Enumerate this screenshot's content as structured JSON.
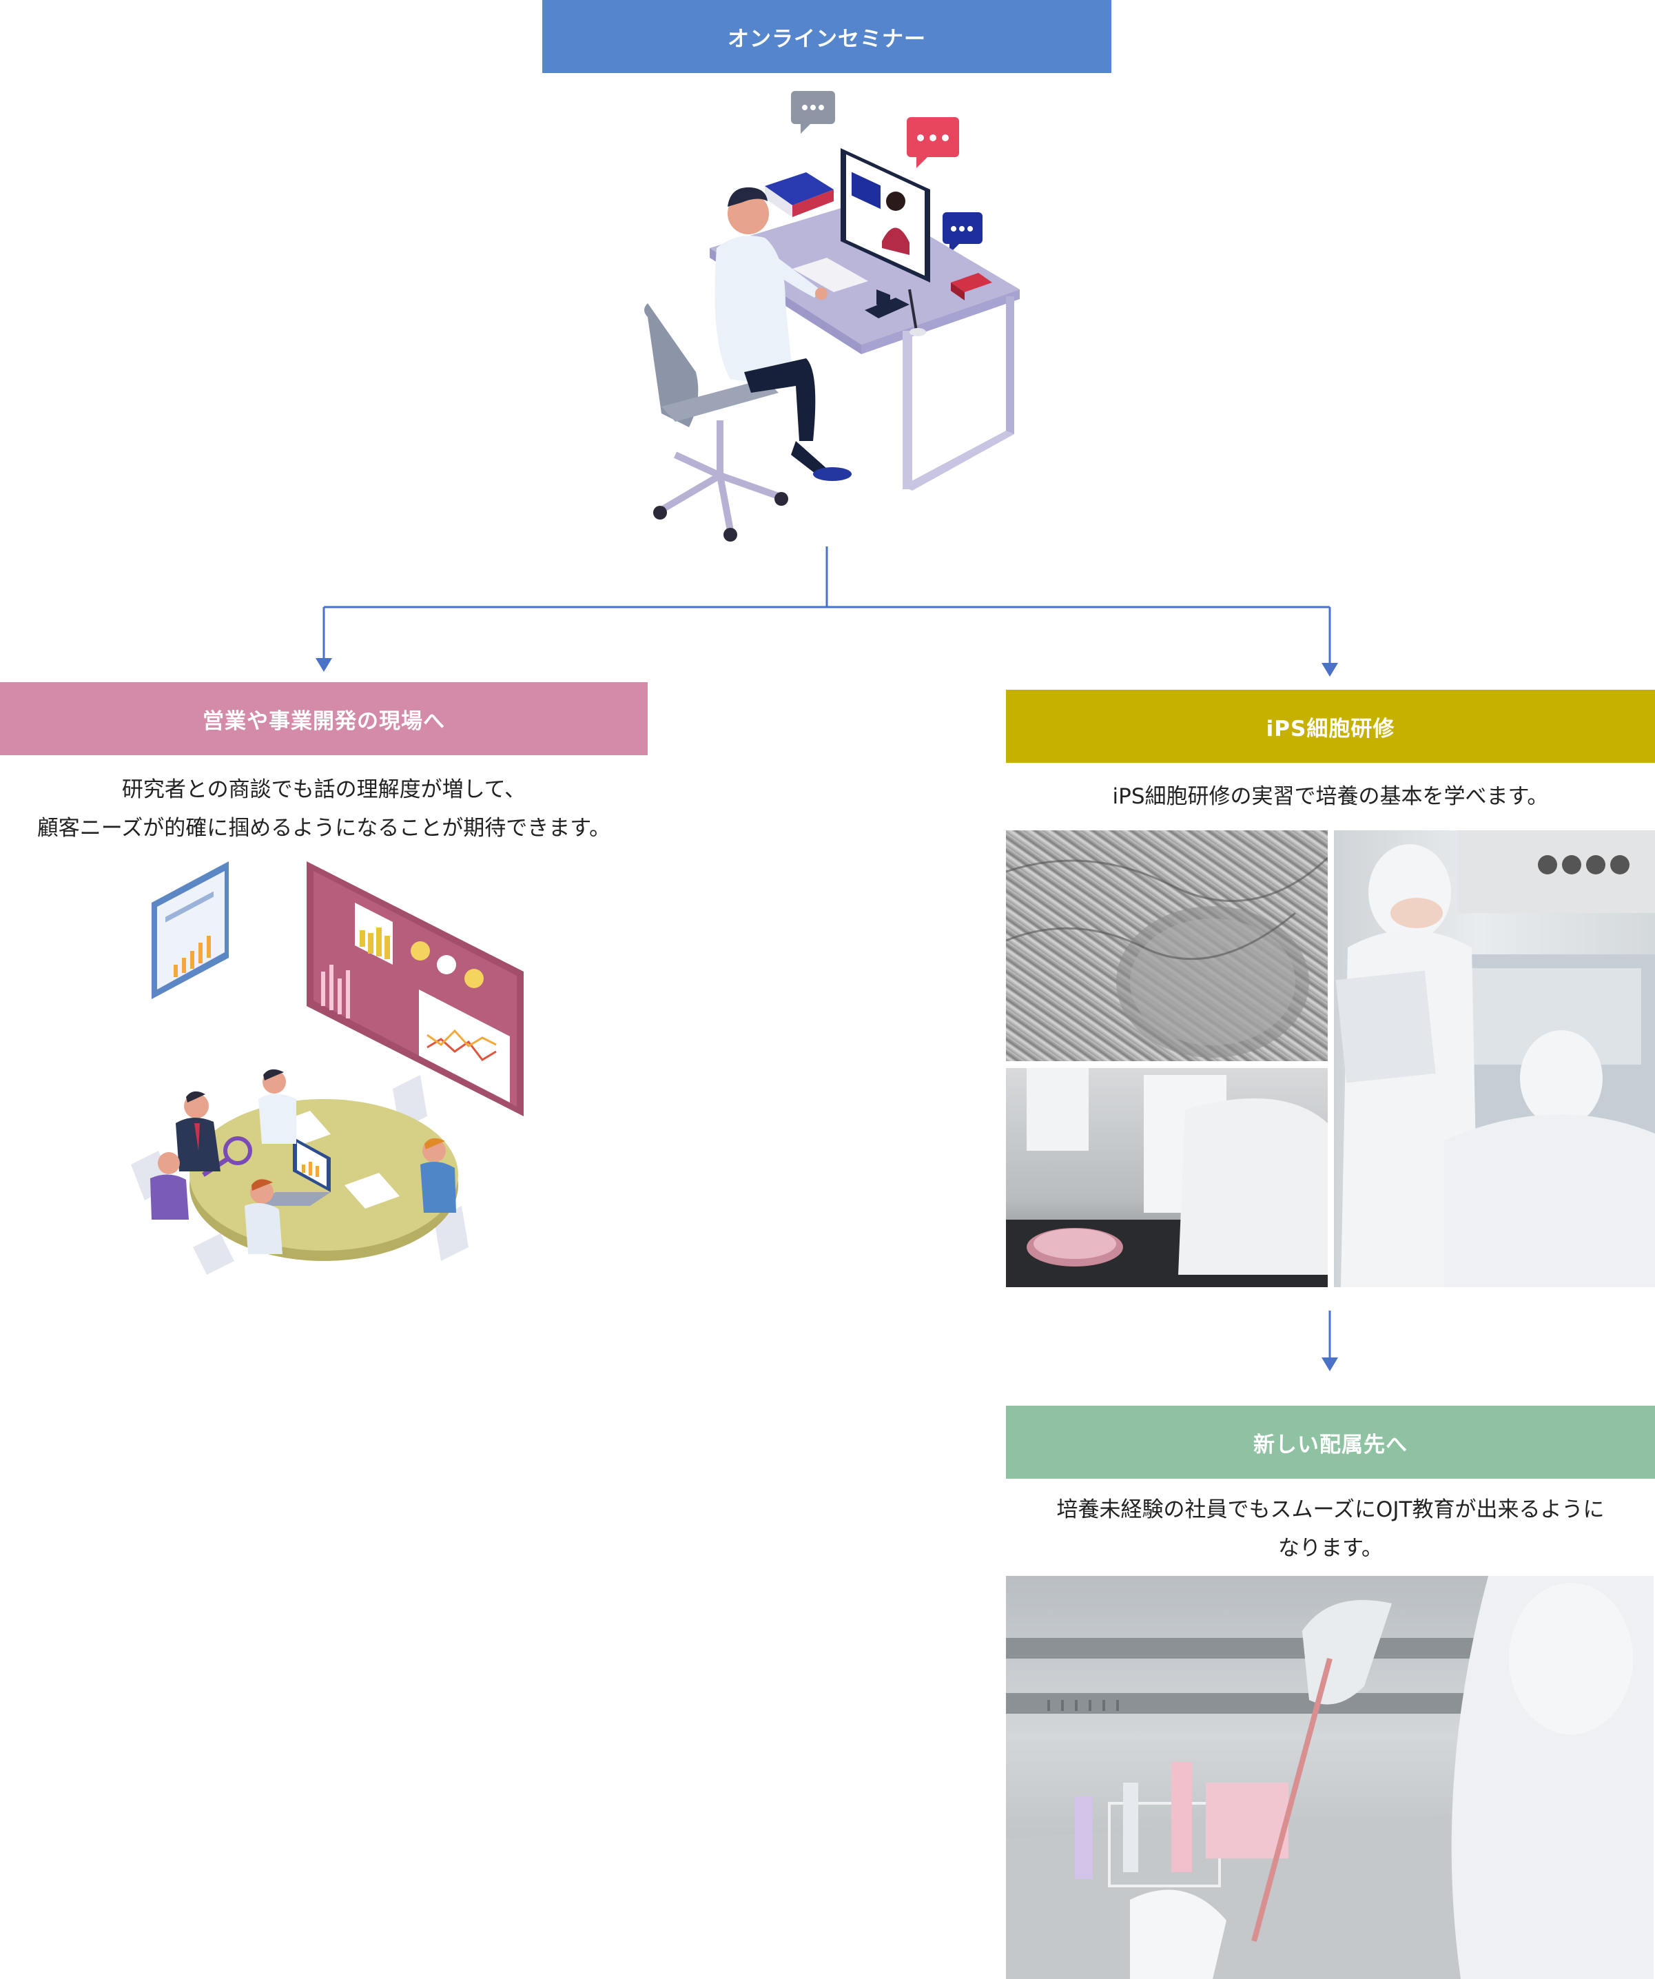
{
  "top": {
    "label": "オンラインセミナー",
    "color": "#5585CC"
  },
  "left": {
    "label": "営業や事業開発の現場へ",
    "color": "#D38BA9",
    "desc_lines": [
      "研究者との商談でも話の理解度が増して、",
      "顧客ニーズが的確に掴めるようになることが期待できます。"
    ]
  },
  "right": {
    "label": "iPS細胞研修",
    "color": "#C7B100",
    "desc_lines": [
      "iPS細胞研修の実習で培養の基本を学べます。"
    ]
  },
  "bottom": {
    "label": "新しい配属先へ",
    "color": "#8FC2A3",
    "desc_lines": [
      "培養未経験の社員でもスムーズにOJT教育が出来るように",
      "なります。"
    ]
  },
  "connector_color": "#4A72C8"
}
